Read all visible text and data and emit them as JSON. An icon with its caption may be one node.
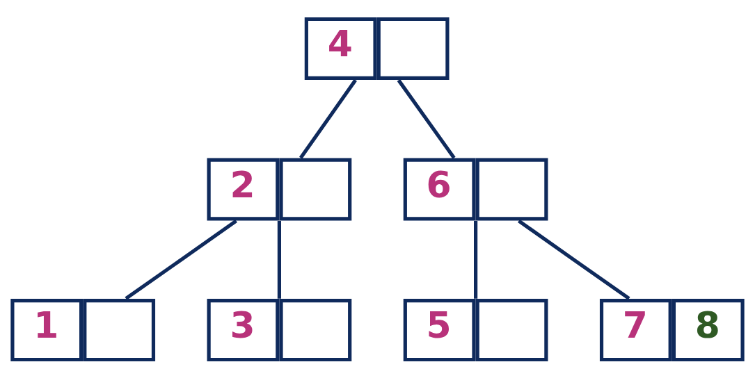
{
  "diagram": {
    "nodes": [
      {
        "text": [
          "4"
        ]
      },
      {
        "text": [
          "2"
        ]
      },
      {
        "text": [
          "6"
        ]
      },
      {
        "text": [
          "1"
        ]
      },
      {
        "text": [
          "3"
        ]
      },
      {
        "text": [
          "5"
        ]
      },
      {
        "text": [
          "7",
          "8"
        ]
      }
    ],
    "edges": [
      {
        "from": 0,
        "to": 1,
        "arrow": "none"
      },
      {
        "from": 0,
        "to": 2,
        "arrow": "none"
      },
      {
        "from": 1,
        "to": 3,
        "arrow": "none"
      },
      {
        "from": 1,
        "to": 4,
        "arrow": "none"
      },
      {
        "from": 2,
        "to": 5,
        "arrow": "none"
      },
      {
        "from": 2,
        "to": 6,
        "arrow": "none"
      }
    ]
  }
}
